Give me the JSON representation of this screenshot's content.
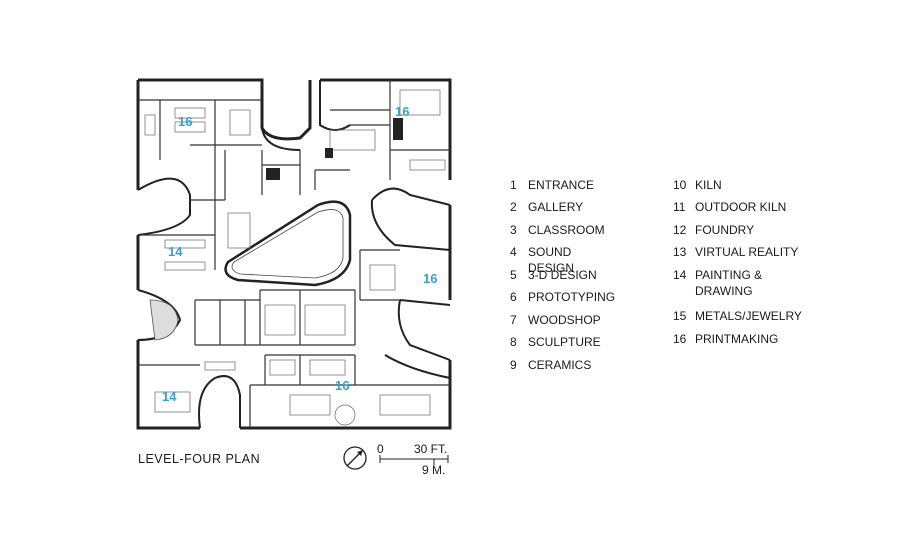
{
  "plan": {
    "caption": "LEVEL-FOUR PLAN",
    "room_tags": [
      "16",
      "16",
      "14",
      "16",
      "14",
      "16"
    ],
    "accent_color": "#3a9fd3"
  },
  "scale": {
    "zero": "0",
    "feet": "30 FT.",
    "meters": "9 M."
  },
  "legend": {
    "items": [
      {
        "num": "1",
        "label": "ENTRANCE"
      },
      {
        "num": "2",
        "label": "GALLERY"
      },
      {
        "num": "3",
        "label": "CLASSROOM"
      },
      {
        "num": "4",
        "label": "SOUND DESIGN"
      },
      {
        "num": "5",
        "label": "3-D DESIGN"
      },
      {
        "num": "6",
        "label": "PROTOTYPING"
      },
      {
        "num": "7",
        "label": "WOODSHOP"
      },
      {
        "num": "8",
        "label": "SCULPTURE"
      },
      {
        "num": "9",
        "label": "CERAMICS"
      },
      {
        "num": "10",
        "label": "KILN"
      },
      {
        "num": "11",
        "label": "OUTDOOR KILN"
      },
      {
        "num": "12",
        "label": "FOUNDRY"
      },
      {
        "num": "13",
        "label": "VIRTUAL REALITY"
      },
      {
        "num": "14",
        "label": "PAINTING & DRAWING"
      },
      {
        "num": "15",
        "label": "METALS/JEWELRY"
      },
      {
        "num": "16",
        "label": "PRINTMAKING"
      }
    ]
  }
}
